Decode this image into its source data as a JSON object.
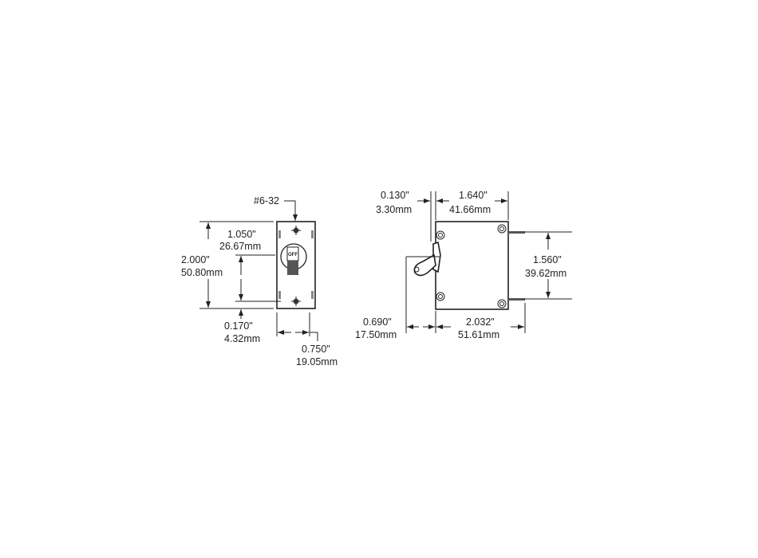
{
  "front_view": {
    "thread_label": "#6-32",
    "toggle_label": "OFF",
    "height": {
      "in": "2.000\"",
      "mm": "50.80mm"
    },
    "mount_spacing": {
      "in": "1.050\"",
      "mm": "26.67mm"
    },
    "bottom_offset": {
      "in": "0.170\"",
      "mm": "4.32mm"
    },
    "width": {
      "in": "0.750\"",
      "mm": "19.05mm"
    }
  },
  "side_view": {
    "toggle_offset": {
      "in": "0.130\"",
      "mm": "3.30mm"
    },
    "depth": {
      "in": "1.640\"",
      "mm": "41.66mm"
    },
    "terminal_spacing": {
      "in": "1.560\"",
      "mm": "39.62mm"
    },
    "handle_extension": {
      "in": "0.690\"",
      "mm": "17.50mm"
    },
    "overall_length": {
      "in": "2.032\"",
      "mm": "51.61mm"
    }
  }
}
